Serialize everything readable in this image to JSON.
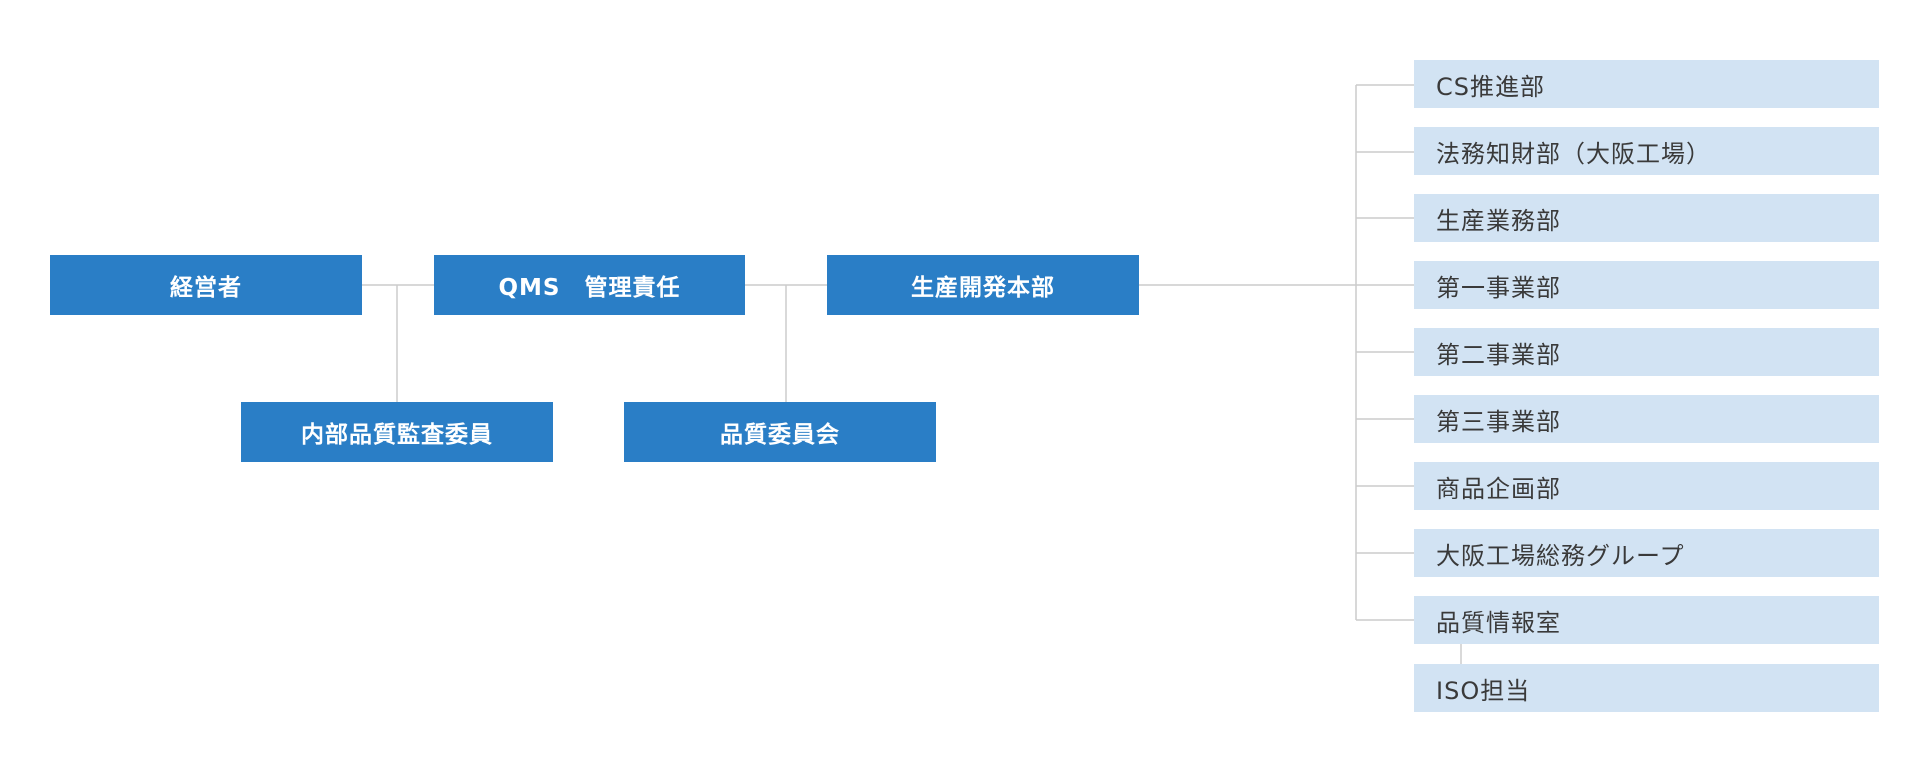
{
  "org_chart": {
    "main_chain": {
      "executive": "経営者",
      "qms_manager": "QMS　管理責任",
      "production_hq": "生産開発本部"
    },
    "sub_units": {
      "internal_audit": "内部品質監査委員",
      "quality_committee": "品質委員会"
    },
    "departments": [
      "CS推進部",
      "法務知財部（大阪工場）",
      "生産業務部",
      "第一事業部",
      "第二事業部",
      "第三事業部",
      "商品企画部",
      "大阪工場総務グループ",
      "品質情報室"
    ],
    "sub_department": "ISO担当",
    "colors": {
      "primary_box": "#2a7ec6",
      "department_box": "#d2e3f3",
      "connector": "#cccccc"
    }
  }
}
